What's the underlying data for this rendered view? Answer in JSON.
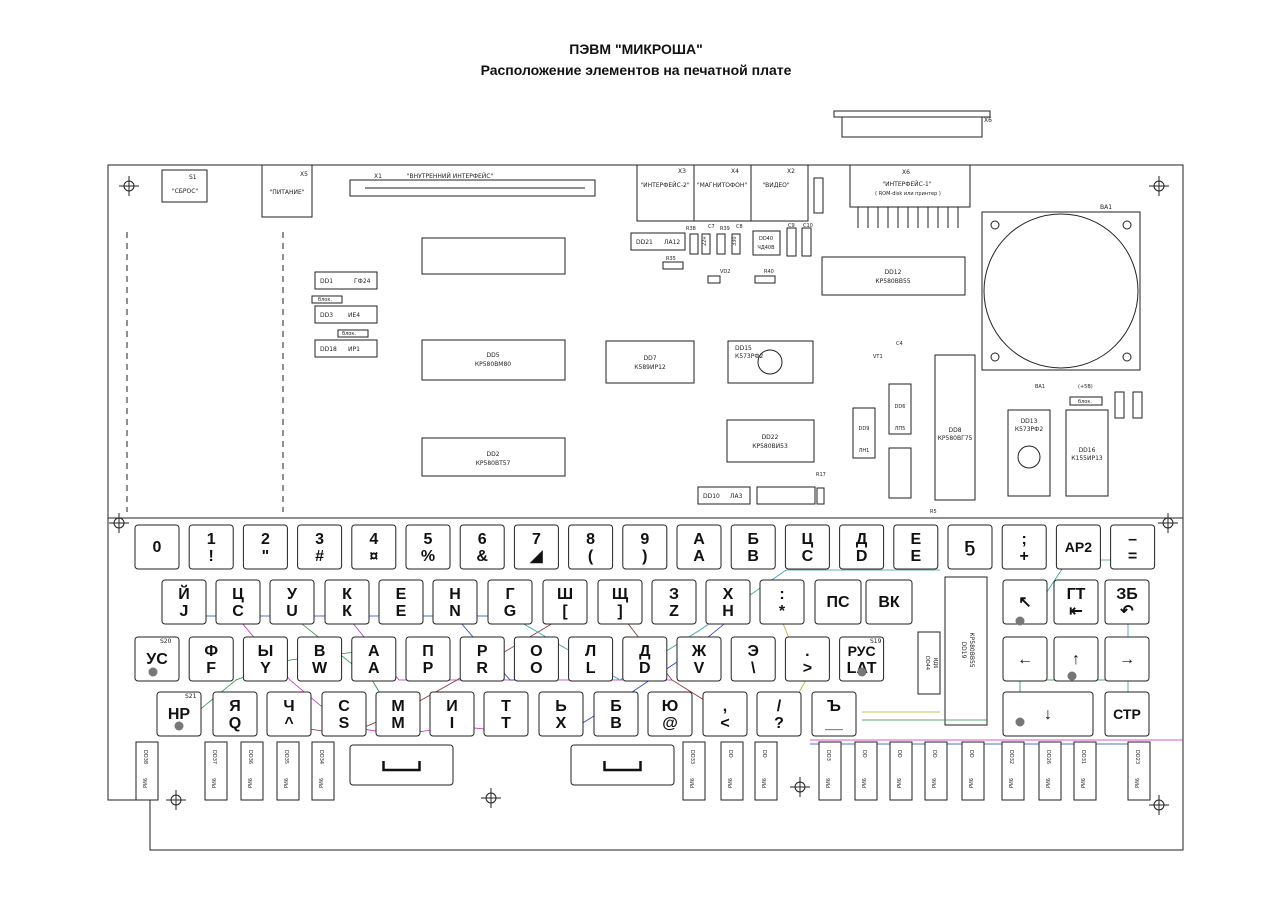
{
  "title": "ПЭВМ \"МИКРОША\"",
  "subtitle": "Расположение элементов на печатной плате",
  "connectors": [
    {
      "id": "S1",
      "label": "\"СБРОС\""
    },
    {
      "id": "X5",
      "label": "\"ПИТАНИЕ\""
    },
    {
      "id": "X1",
      "label": "\"ВНУТРЕННИЙ ИНТЕРФЕЙС\""
    },
    {
      "id": "X3",
      "label": "\"ИНТЕРФЕЙС-2\""
    },
    {
      "id": "X4",
      "label": "\"МАГНИТОФОН\""
    },
    {
      "id": "X2",
      "label": "\"ВИДЕО\""
    },
    {
      "id": "X6",
      "label": "\"ИНТЕРФЕЙС-1\"",
      "sub": "( ROM-disk или принтер )"
    }
  ],
  "chips": {
    "dd1": {
      "ref": "DD1",
      "type": "ГФ24"
    },
    "dd3": {
      "ref": "DD3",
      "type": "ИЕ4"
    },
    "dd18": {
      "ref": "DD18",
      "type": "ИР1"
    },
    "dd5": {
      "ref": "DD5",
      "type": "КР580ВМ80"
    },
    "dd2": {
      "ref": "DD2",
      "type": "КР580ВТ57"
    },
    "dd7": {
      "ref": "DD7",
      "type": "К589ИР12"
    },
    "dd15": {
      "ref": "DD15",
      "type": "К573РФ2"
    },
    "dd21": {
      "ref": "DD21",
      "type": "ЛА12"
    },
    "dd40": {
      "ref": "DD40",
      "type": "ЧД40В"
    },
    "dd12": {
      "ref": "DD12",
      "type": "КР580ВВ55"
    },
    "dd22": {
      "ref": "DD22",
      "type": "КР580ВИ53"
    },
    "dd10": {
      "ref": "DD10",
      "type": "ЛА3"
    },
    "dd9": {
      "ref": "DD9",
      "type": "ЛН1"
    },
    "dd6": {
      "ref": "DD6",
      "type": "ЛП5"
    },
    "dd8": {
      "ref": "DD8",
      "type": "КР580ВГ75"
    },
    "dd13": {
      "ref": "DD13",
      "type": "К573РФ2"
    },
    "dd16": {
      "ref": "DD16",
      "type": "К155ИР13"
    },
    "dd19": {
      "ref": "DD19",
      "type": "КР580ВВ55"
    },
    "dd44": {
      "ref": "DD44",
      "type": "ИД6"
    }
  },
  "misc": {
    "ba1": "BA1",
    "vd2": "VD2",
    "vt1": "VT1",
    "r5": "R5",
    "r17": "R17",
    "r35": "R35",
    "r40": "R40",
    "r38": "R38",
    "r39": "R39",
    "c7": "C7",
    "c8": "C8",
    "c4": "C4",
    "c9": "C9",
    "c10": "C10",
    "blok": "блок.",
    "c7v": "22н",
    "c8v": "330",
    "plus5": "(+5В)",
    "s19": "S19",
    "s20": "S20",
    "s21": "S21"
  },
  "keyboard": {
    "row1": [
      {
        "top": "0",
        "bottom": ""
      },
      {
        "top": "1",
        "bottom": "!"
      },
      {
        "top": "2",
        "bottom": "\""
      },
      {
        "top": "3",
        "bottom": "#"
      },
      {
        "top": "4",
        "bottom": "¤"
      },
      {
        "top": "5",
        "bottom": "%"
      },
      {
        "top": "6",
        "bottom": "&"
      },
      {
        "top": "7",
        "bottom": "◢"
      },
      {
        "top": "8",
        "bottom": "("
      },
      {
        "top": "9",
        "bottom": ")"
      },
      {
        "top": "А",
        "bottom": "А"
      },
      {
        "top": "Б",
        "bottom": "В"
      },
      {
        "top": "Ц",
        "bottom": "С"
      },
      {
        "top": "Д",
        "bottom": "D"
      },
      {
        "top": "Е",
        "bottom": "Е"
      },
      {
        "top": "Ҕ",
        "bottom": ""
      },
      {
        "top": ";",
        "bottom": "+"
      },
      {
        "top": "АР2",
        "bottom": ""
      },
      {
        "top": "–",
        "bottom": "="
      }
    ],
    "row2": [
      {
        "top": "Й",
        "bottom": "J"
      },
      {
        "top": "Ц",
        "bottom": "С"
      },
      {
        "top": "У",
        "bottom": "U"
      },
      {
        "top": "К",
        "bottom": "К"
      },
      {
        "top": "Е",
        "bottom": "Е"
      },
      {
        "top": "Н",
        "bottom": "N"
      },
      {
        "top": "Г",
        "bottom": "G"
      },
      {
        "top": "Ш",
        "bottom": "["
      },
      {
        "top": "Щ",
        "bottom": "]"
      },
      {
        "top": "З",
        "bottom": "Z"
      },
      {
        "top": "Х",
        "bottom": "Н"
      },
      {
        "top": ":",
        "bottom": "*"
      },
      {
        "top": "ПС",
        "bottom": ""
      },
      {
        "top": "ВК",
        "bottom": ""
      }
    ],
    "row2right": [
      {
        "top": "↖",
        "bottom": ""
      },
      {
        "top": "ГТ",
        "bottom": "⇤"
      },
      {
        "top": "ЗБ",
        "bottom": "↶"
      }
    ],
    "row3": [
      {
        "top": "УС",
        "bottom": ""
      },
      {
        "top": "Ф",
        "bottom": "F"
      },
      {
        "top": "Ы",
        "bottom": "Y"
      },
      {
        "top": "В",
        "bottom": "W"
      },
      {
        "top": "А",
        "bottom": "А"
      },
      {
        "top": "П",
        "bottom": "Р"
      },
      {
        "top": "Р",
        "bottom": "R"
      },
      {
        "top": "О",
        "bottom": "О"
      },
      {
        "top": "Л",
        "bottom": "L"
      },
      {
        "top": "Д",
        "bottom": "D"
      },
      {
        "top": "Ж",
        "bottom": "V"
      },
      {
        "top": "Э",
        "bottom": "\\"
      },
      {
        "top": ".",
        "bottom": ">"
      },
      {
        "top": "РУС",
        "bottom": "LAT"
      }
    ],
    "row3right": [
      {
        "top": "←",
        "bottom": ""
      },
      {
        "top": "↑",
        "bottom": ""
      },
      {
        "top": "→",
        "bottom": ""
      }
    ],
    "row4": [
      {
        "top": "НР",
        "bottom": ""
      },
      {
        "top": "Я",
        "bottom": "Q"
      },
      {
        "top": "Ч",
        "bottom": "^"
      },
      {
        "top": "С",
        "bottom": "S"
      },
      {
        "top": "М",
        "bottom": "М"
      },
      {
        "top": "И",
        "bottom": "I"
      },
      {
        "top": "Т",
        "bottom": "Т"
      },
      {
        "top": "Ь",
        "bottom": "Х"
      },
      {
        "top": "Б",
        "bottom": "В"
      },
      {
        "top": "Ю",
        "bottom": "@"
      },
      {
        "top": ",",
        "bottom": "<"
      },
      {
        "top": "/",
        "bottom": "?"
      },
      {
        "top": "Ъ",
        "bottom": "__"
      }
    ],
    "row4right": [
      {
        "top": "↓",
        "bottom": ""
      },
      {
        "top": "СТР",
        "bottom": ""
      }
    ],
    "space": "⎵"
  },
  "bottom_chips": [
    {
      "ref": "DD38",
      "type": "РИ6"
    },
    {
      "ref": "DD37",
      "type": "РИ6"
    },
    {
      "ref": "DD36",
      "type": "РИ6"
    },
    {
      "ref": "DD35",
      "type": "РИ6"
    },
    {
      "ref": "DD34",
      "type": "РИ6"
    },
    {
      "ref": "DD33",
      "type": "РИ6"
    },
    {
      "ref": "DD",
      "type": "РИ6"
    },
    {
      "ref": "DD",
      "type": "РИ6"
    },
    {
      "ref": "DD3",
      "type": "РИ6"
    },
    {
      "ref": "DD",
      "type": "РИ6"
    },
    {
      "ref": "DD",
      "type": "РИ6"
    },
    {
      "ref": "DD",
      "type": "РИ6"
    },
    {
      "ref": "DD",
      "type": "РИ6"
    },
    {
      "ref": "DD32",
      "type": "РИ6"
    },
    {
      "ref": "DD26",
      "type": "РИ6"
    },
    {
      "ref": "DD31",
      "type": "РИ6"
    },
    {
      "ref": "DD23",
      "type": "РИ6"
    }
  ]
}
